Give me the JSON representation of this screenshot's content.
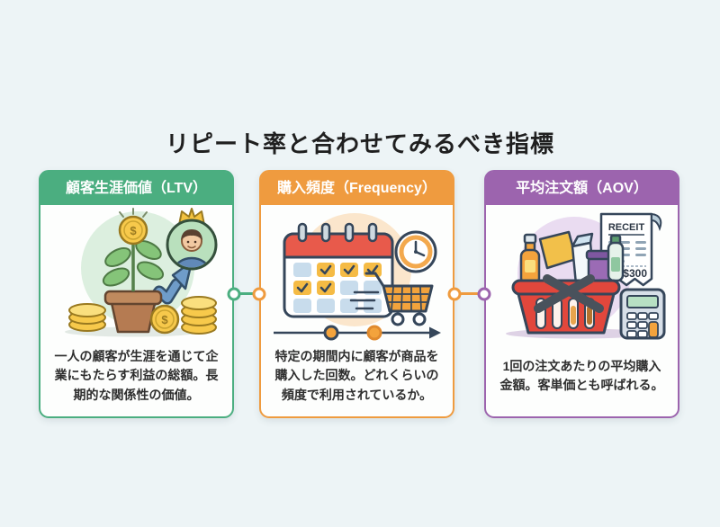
{
  "title": "リピート率と合わせてみるべき指標",
  "colors": {
    "background": "#edf4f6",
    "ltv_accent": "#4bae80",
    "frequency_accent": "#ef9b3f",
    "aov_accent": "#9c64ae",
    "title_text": "#1f1f1f",
    "body_text": "#2e2e2e",
    "header_text": "#ffffff"
  },
  "cards": [
    {
      "id": "ltv",
      "header": "顧客生涯価値（LTV）",
      "description": "一人の顧客が生涯を通じて企業にもたらす利益の総額。長期的な関係性の価値。",
      "illustration": {
        "name": "money-plant-growth",
        "coin_symbol": "$"
      }
    },
    {
      "id": "frequency",
      "header": "購入頻度（Frequency）",
      "description": "特定の期間内に顧客が商品を購入した回数。どれくらいの頻度で利用されているか。",
      "illustration": {
        "name": "calendar-cart-clock"
      }
    },
    {
      "id": "aov",
      "header": "平均注文額（AOV）",
      "description": "1回の注文あたりの平均購入金額。客単価とも呼ばれる。",
      "illustration": {
        "name": "basket-receipt-calculator",
        "receipt_title": "RECEIT",
        "receipt_amount": "$300"
      }
    }
  ]
}
